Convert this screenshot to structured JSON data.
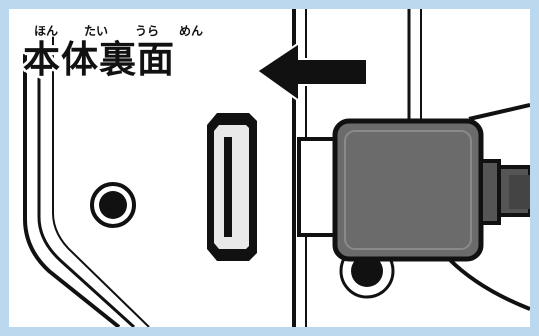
{
  "title": {
    "ruby": [
      "ほん",
      "たい",
      "うら",
      "めん"
    ],
    "text": "本体裏面"
  },
  "icons": {
    "arrow": "left-arrow-icon",
    "hdmi_port": "hdmi-port-icon",
    "hdmi_plug": "hdmi-plug-icon",
    "round_port": "round-port-icon"
  },
  "colors": {
    "frame": "#bcd8ef",
    "ink": "#111111",
    "plug_body": "#6b6b6b",
    "plug_cable": "#555555",
    "port_inner": "#e9e9e9"
  }
}
